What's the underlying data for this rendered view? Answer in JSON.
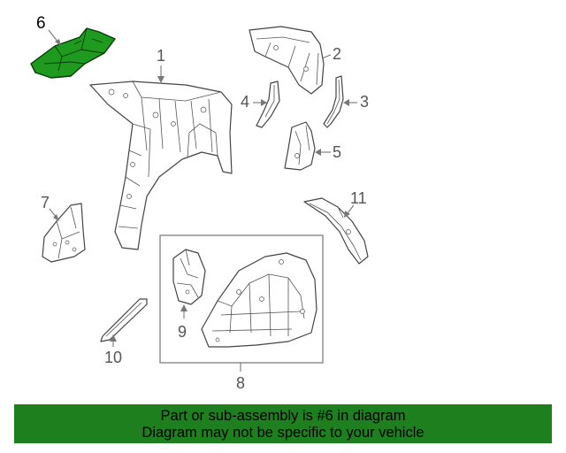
{
  "callouts": {
    "c1": "1",
    "c2": "2",
    "c3": "3",
    "c4": "4",
    "c5": "5",
    "c6": "6",
    "c7": "7",
    "c8": "8",
    "c9": "9",
    "c10": "10",
    "c11": "11"
  },
  "highlighted_part": "6",
  "banner": {
    "line1": "Part or sub-assembly is #6 in diagram",
    "line2": "Diagram may not be specific to your vehicle"
  },
  "colors": {
    "highlight": "#1e9a1e",
    "banner": "#1e7f1e"
  }
}
